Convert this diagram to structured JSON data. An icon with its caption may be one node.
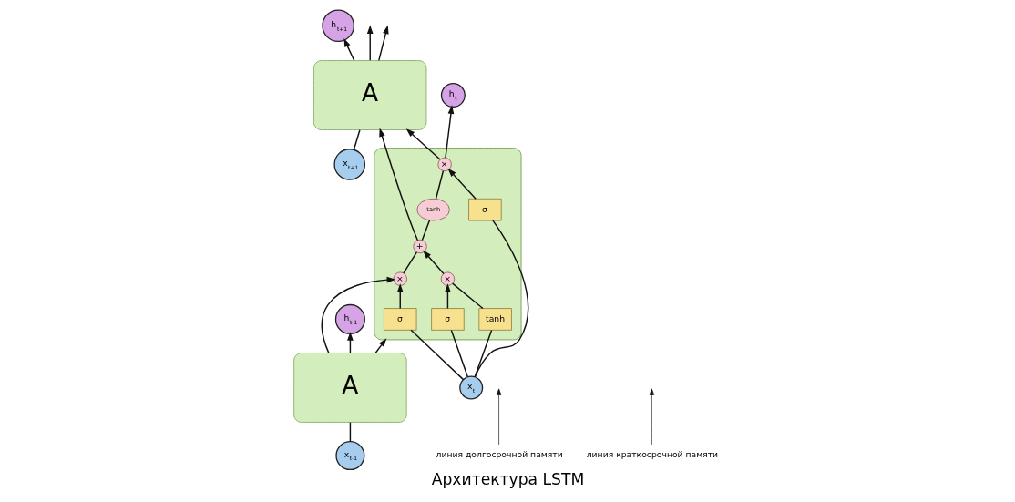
{
  "diagram": {
    "caption": "Архитектура LSTM",
    "nodes": [
      {
        "text": [
          "A"
        ]
      },
      {
        "text": [],
        "shape": "box"
      },
      {
        "text": [
          "A"
        ]
      },
      {
        "text": [
          "σ"
        ],
        "in": 1
      },
      {
        "text": [
          "σ"
        ],
        "in": 1
      },
      {
        "text": [
          "tanh"
        ],
        "in": 1
      },
      {
        "text": [
          "σ"
        ],
        "in": 1
      },
      {
        "text": [
          "×"
        ],
        "in": 1
      },
      {
        "text": [
          "+"
        ],
        "in": 1
      },
      {
        "text": [
          "×"
        ],
        "in": 1
      },
      {
        "text": [
          "tanh"
        ],
        "in": 1
      },
      {
        "text": [
          "×"
        ],
        "in": 1
      },
      {
        "text": [
          "h$_{t-1}$"
        ]
      },
      {
        "text": [
          "h$_{t}$"
        ]
      },
      {
        "text": [
          "h$_{t+1}$"
        ]
      },
      {
        "text": [
          "x$_{t-1}$"
        ]
      },
      {
        "text": [
          "x$_{t}$"
        ]
      },
      {
        "text": [
          "x$_{t+1}$"
        ]
      },
      {
        "text": [
          "линия долгосрочной памяти"
        ]
      },
      {
        "text": [
          "линия краткосрочной памяти"
        ]
      }
    ],
    "edges": [
      {
        "from": 15,
        "to": 0,
        "arrow": "none"
      },
      {
        "from": 0,
        "to": 12,
        "arrow": "to"
      },
      {
        "from": 0,
        "to": 7,
        "arrow": "to"
      },
      {
        "from": 0,
        "to": 1,
        "arrow": "to"
      },
      {
        "from": 16,
        "to": 3,
        "arrow": "none"
      },
      {
        "from": 16,
        "to": 4,
        "arrow": "none"
      },
      {
        "from": 16,
        "to": 5,
        "arrow": "none"
      },
      {
        "from": 16,
        "to": 6,
        "arrow": "none"
      },
      {
        "from": 3,
        "to": 7,
        "arrow": "to"
      },
      {
        "from": 4,
        "to": 9,
        "arrow": "to"
      },
      {
        "from": 5,
        "to": 9,
        "arrow": "none"
      },
      {
        "from": 9,
        "to": 8,
        "arrow": "to"
      },
      {
        "from": 7,
        "to": 8,
        "arrow": "none"
      },
      {
        "from": 8,
        "to": 10,
        "arrow": "none"
      },
      {
        "from": 6,
        "to": 11,
        "arrow": "to"
      },
      {
        "from": 10,
        "to": 11,
        "arrow": "none"
      },
      {
        "from": 8,
        "to": 2,
        "arrow": "to"
      },
      {
        "from": 11,
        "to": 13,
        "arrow": "to"
      },
      {
        "from": 11,
        "to": 2,
        "arrow": "to"
      },
      {
        "from": 17,
        "to": 2,
        "arrow": "none"
      },
      {
        "from": 2,
        "to": 14,
        "arrow": "to"
      },
      {
        "from": 2,
        "to": null,
        "arrow": "to"
      },
      {
        "from": 2,
        "to": null,
        "arrow": "to"
      },
      {
        "from": 18,
        "to": null,
        "arrow": "to"
      },
      {
        "from": 19,
        "to": null,
        "arrow": "to"
      }
    ]
  }
}
